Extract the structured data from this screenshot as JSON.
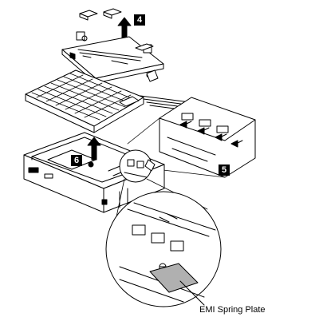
{
  "steps": {
    "step_4": "4",
    "step_5": "5",
    "step_6": "6"
  },
  "callout": {
    "label": "EMI Spring Plate"
  },
  "colors": {
    "ink": "#000000",
    "paper": "#ffffff",
    "hatch": "#b0b0b0"
  }
}
